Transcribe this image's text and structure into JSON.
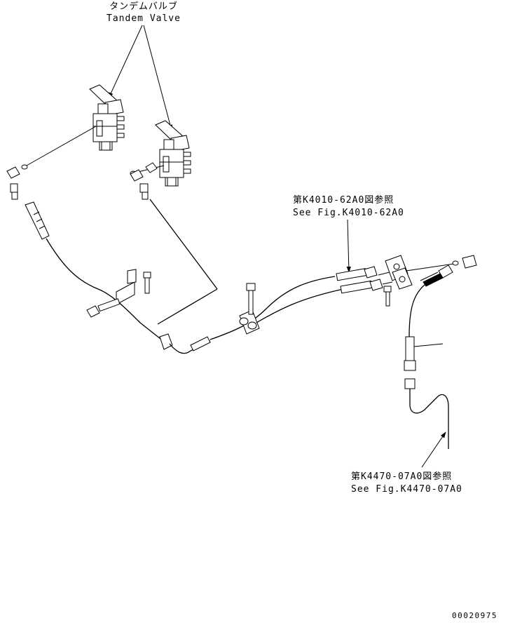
{
  "labels": {
    "tandem_valve_jp": "タンデムバルブ",
    "tandem_valve_en": "Tandem Valve",
    "ref1_jp": "第K4010-62A0図参照",
    "ref1_en": "See Fig.K4010-62A0",
    "ref2_jp": "第K4470-07A0図参照",
    "ref2_en": "See Fig.K4470-07A0",
    "doc_number": "00020975"
  }
}
